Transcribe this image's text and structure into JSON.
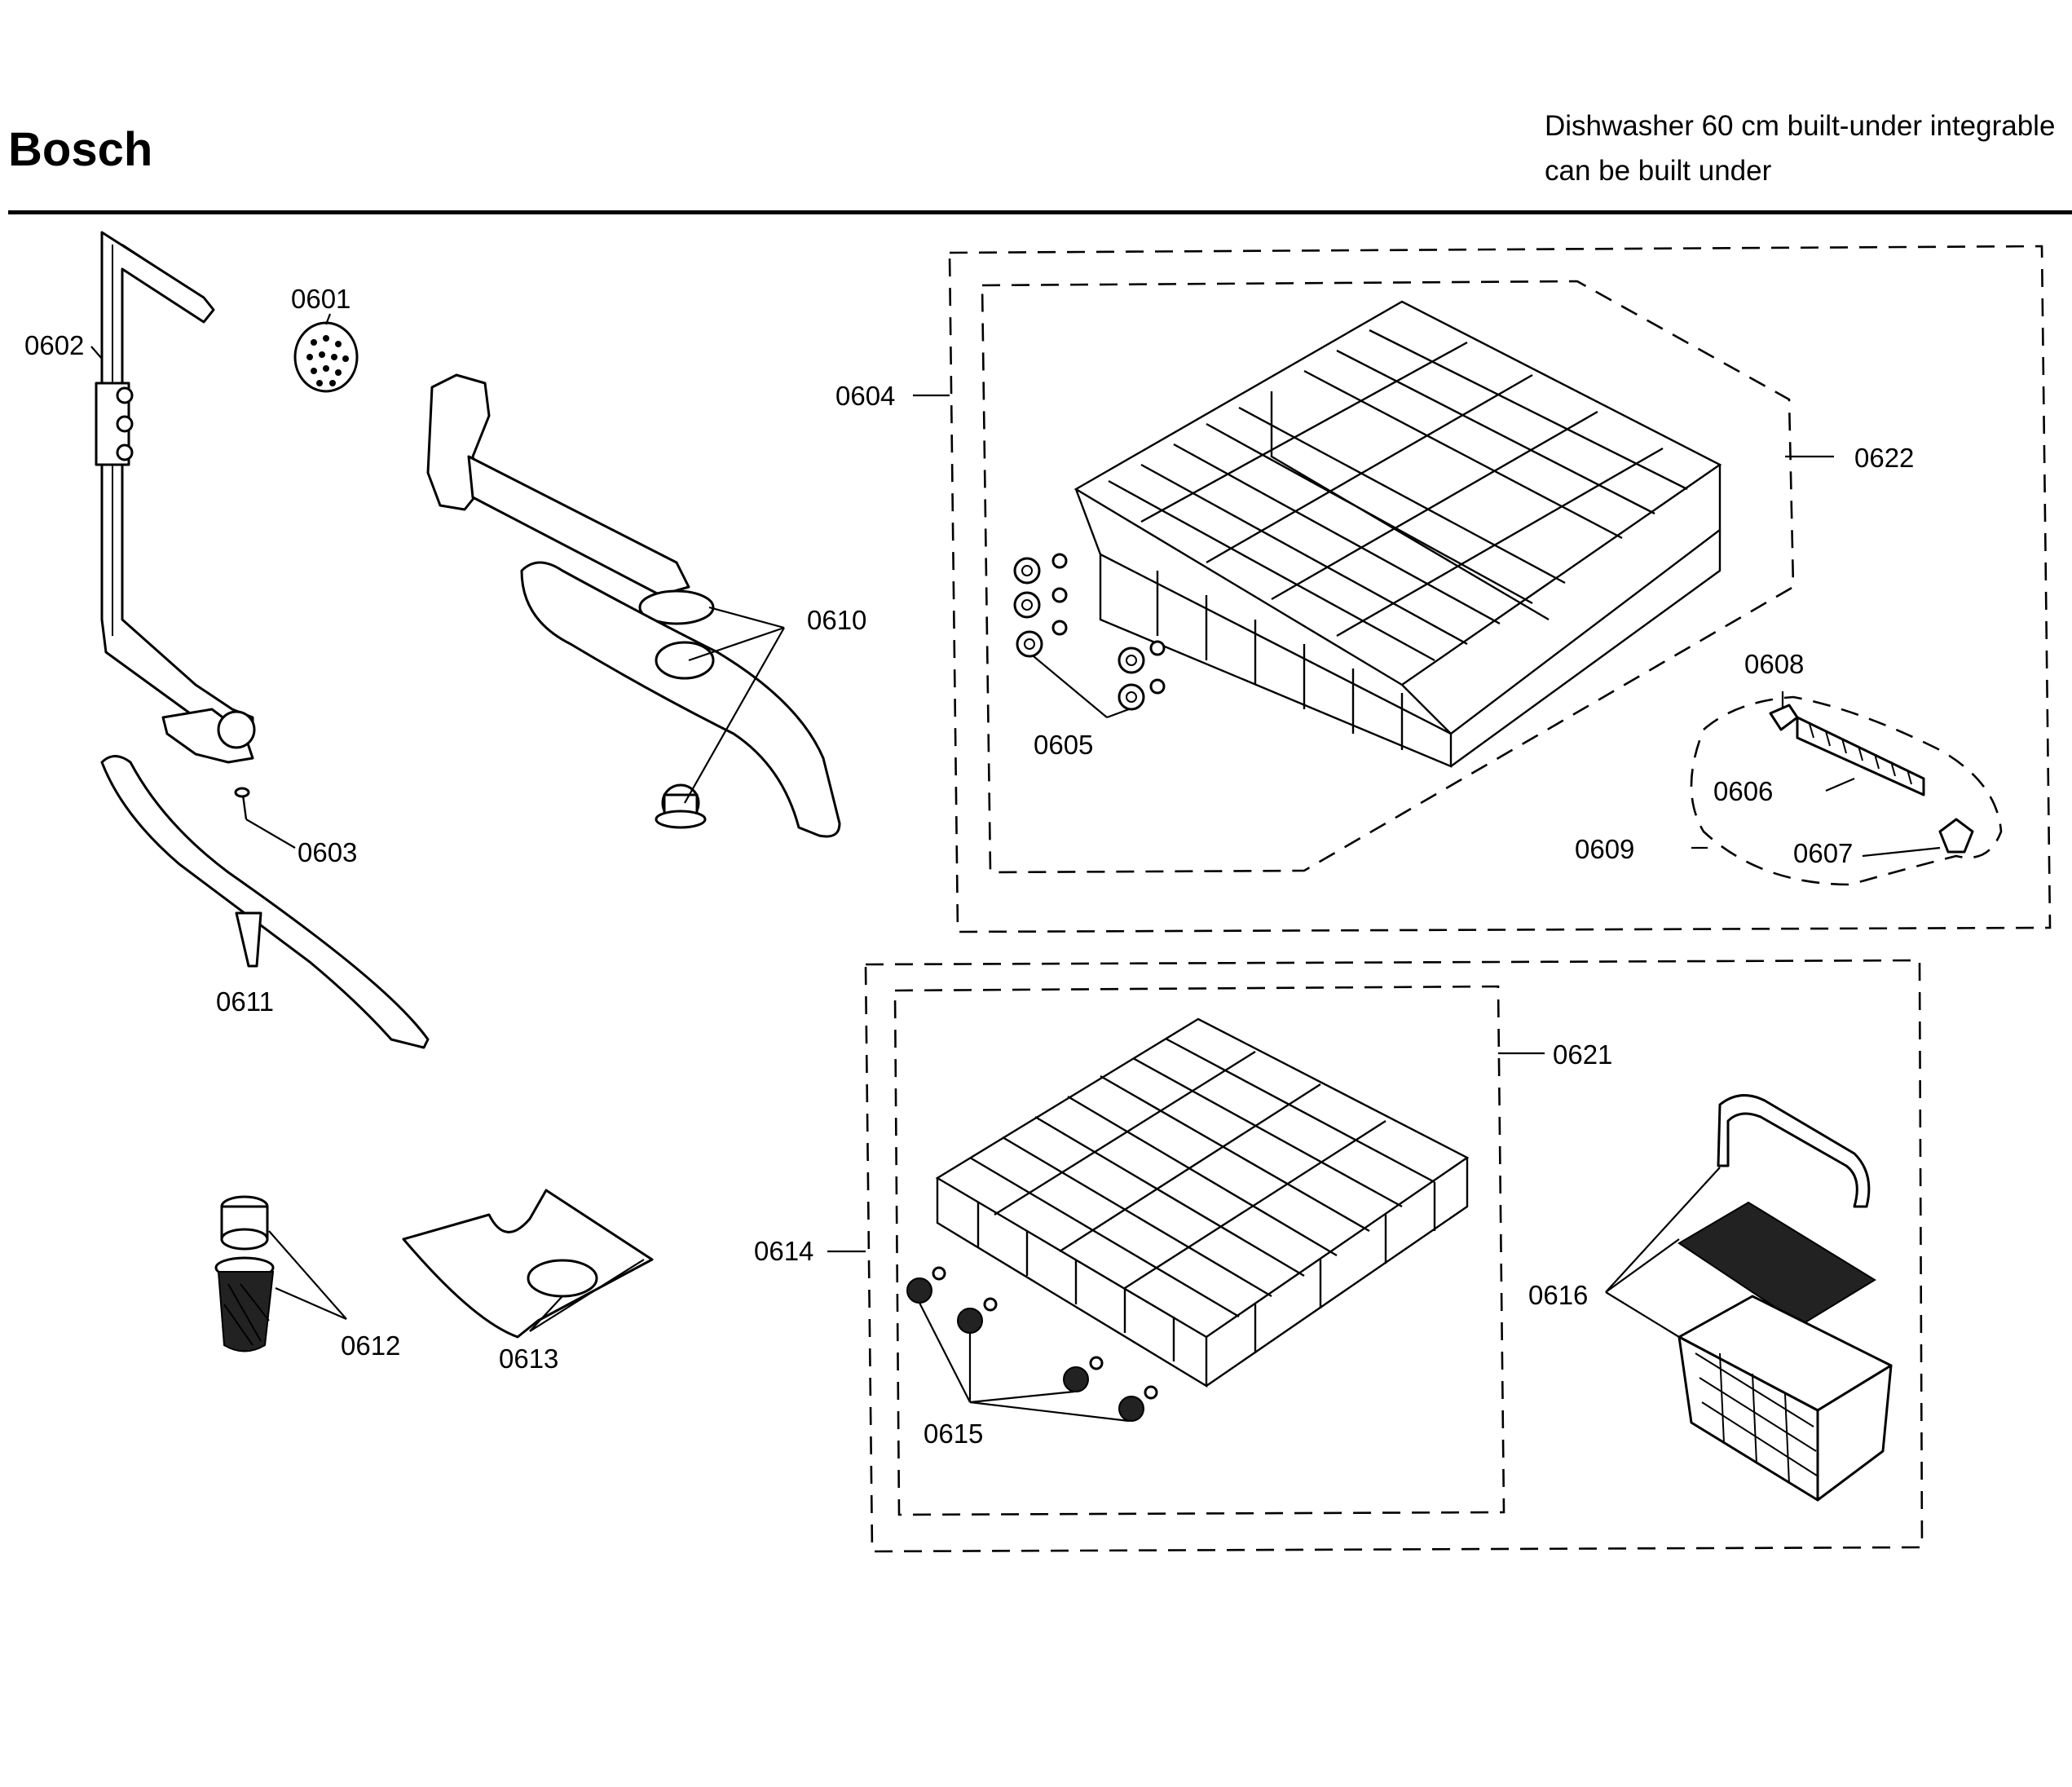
{
  "header": {
    "brand": "Bosch",
    "subtitle_line1": "Dishwasher 60 cm built-under integrable",
    "subtitle_line2": "can be built under"
  },
  "labels": {
    "p0601": "0601",
    "p0602": "0602",
    "p0603": "0603",
    "p0604": "0604",
    "p0605": "0605",
    "p0606": "0606",
    "p0607": "0607",
    "p0608": "0608",
    "p0609": "0609",
    "p0610": "0610",
    "p0611": "0611",
    "p0612": "0612",
    "p0613": "0613",
    "p0614": "0614",
    "p0615": "0615",
    "p0616": "0616",
    "p0621": "0621",
    "p0622": "0622"
  }
}
